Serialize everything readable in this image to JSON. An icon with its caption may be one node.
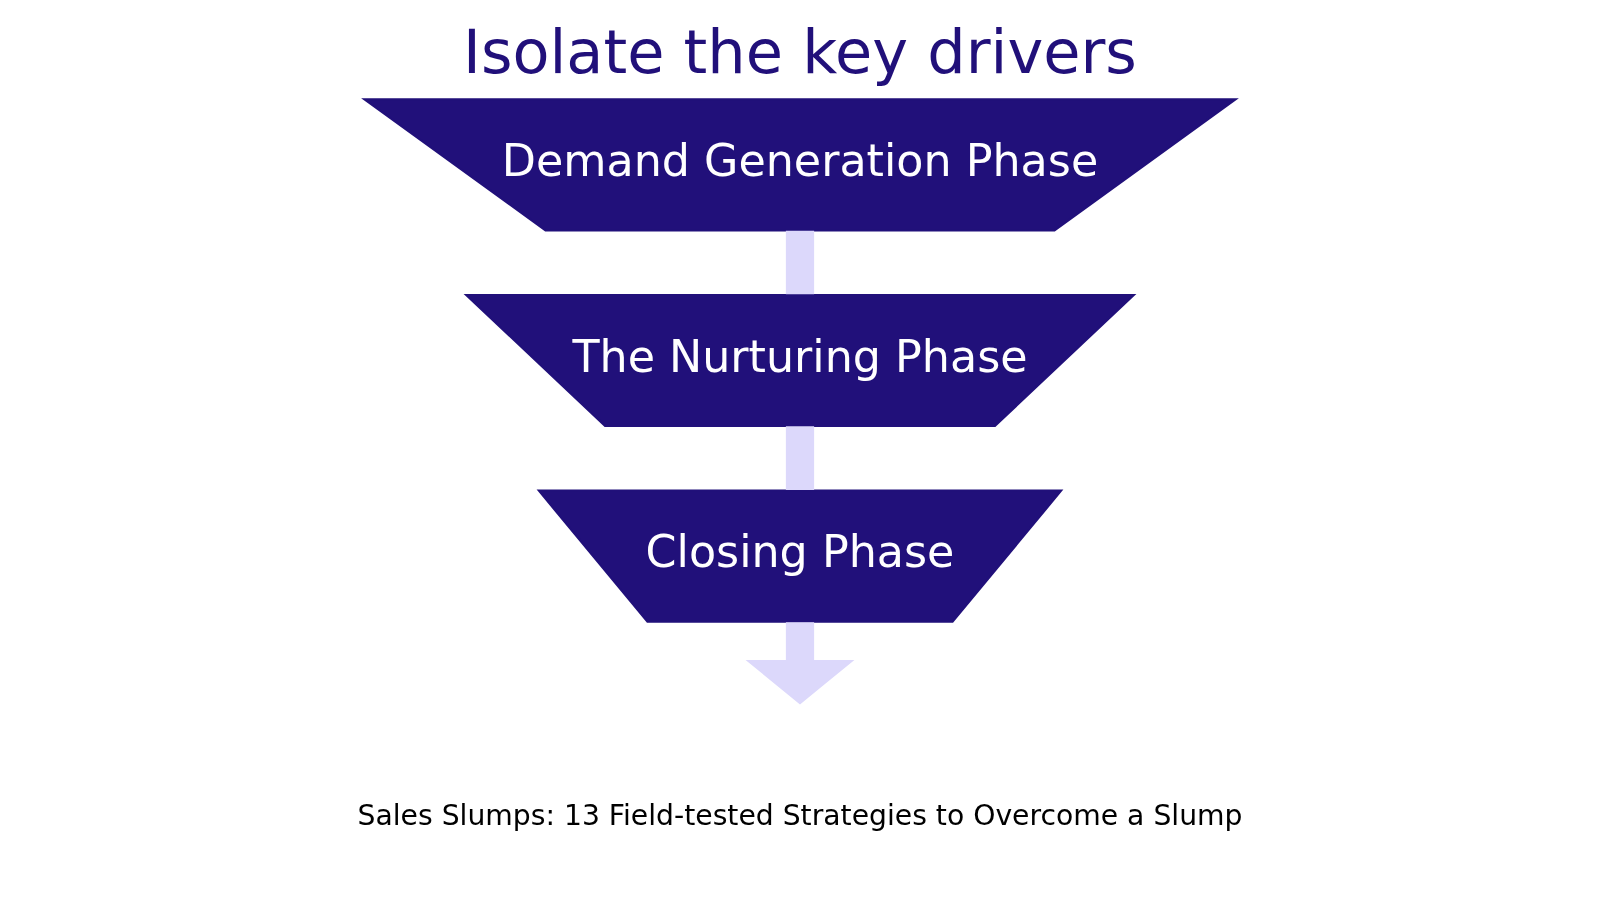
{
  "diagram": {
    "title": "Isolate the key drivers",
    "caption": "Sales Slumps: 13 Field-tested Strategies to Overcome a Slump",
    "nodes": [
      {
        "text": [
          "Demand Generation Phase"
        ]
      },
      {
        "text": [
          "The Nurturing Phase"
        ]
      },
      {
        "text": [
          "Closing Phase"
        ]
      }
    ],
    "edges": [
      {
        "from": 0,
        "to": 1,
        "arrow": "none"
      },
      {
        "from": 1,
        "to": 2,
        "arrow": "none"
      },
      {
        "from": 2,
        "to": null,
        "arrow": "to"
      }
    ]
  }
}
